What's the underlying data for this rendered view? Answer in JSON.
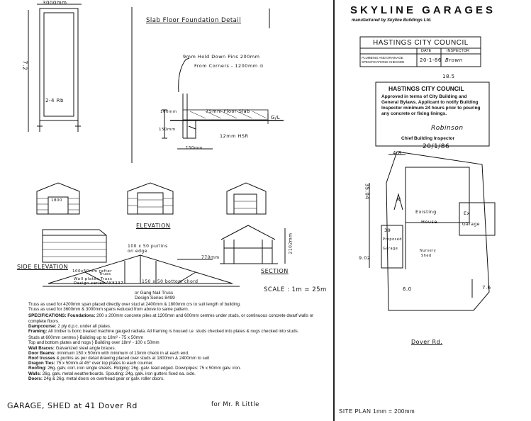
{
  "plan": {
    "width_label": "3000mm",
    "length_label": "7.2",
    "stud_label": "2-4 Rb"
  },
  "detail": {
    "title": "Slab Floor Foundation Detail",
    "pins_label": "9mm Hold Down Pins 200mm",
    "corners_label": "From Corners - 1200mm ⊙",
    "slab_label": "75mm Floor Slab",
    "dim_100": "100mm",
    "dim_150a": "150mm",
    "dim_150b": "150mm",
    "rod_label": "12mm HSR",
    "gl_label": "G/L"
  },
  "elevations": {
    "elevation_label": "ELEVATION",
    "side_elevation_label": "SIDE ELEVATION",
    "section_label": "SECTION",
    "purlins_label": "100 x 50 purlins on edge",
    "height_label": "2102mm",
    "door_label": "1800",
    "span_label": "770mm"
  },
  "truss": {
    "rafter_label": "100x50mm rafter",
    "upper_label": "Truss",
    "lower_label": "Wall plates Truss",
    "series_label": "Design series AK8237",
    "chord_label": "150 x 50   bottom chord",
    "scale_label": "SCALE : 1m = 25m",
    "gang_nail": "or Gang Nail Truss",
    "design_series": "Design Series 8499"
  },
  "specs": {
    "lines": [
      "Truss as used for 4200mm span placed directly over stud at 2400mm & 1800mm crs to suit length of building.",
      "Truss as used for 3600mm & 3000mm spans reduced from above to same pattern."
    ],
    "items": [
      {
        "label": "SPECIFICATIONS: Foundations:",
        "text": "200 x 200mm concrete piles at 1200mm and 600mm centres under studs, or continuous concrete dwarf walls or complete floors."
      },
      {
        "label": "Dampcourse:",
        "text": "2 ply d.p.c. under all plates."
      },
      {
        "label": "Framing:",
        "text": "All timber is boric treated machine gauged radiata. All framing is housed i.e. studs checked into plates & nogs checked into studs."
      },
      {
        "label": "Studs at 600mm centres",
        "text": "Building up to 18m² - 75 x 50mm"
      },
      {
        "label": "Top and bottom plates and nogs",
        "text": "Building over 18m² - 100 x 50mm"
      },
      {
        "label": "Wall Braces:",
        "text": "Galvanized steel angle braces."
      },
      {
        "label": "Door Beams:",
        "text": "minimum 150 x 50mm with minimum of 13mm check in at each end."
      },
      {
        "label": "Roof trusses",
        "text": "& purlins as per detail drawing placed over studs at 1800mm & 2400mm to suit"
      },
      {
        "label": "Dragon Ties:",
        "text": "75 x 50mm at 45° over top plates to each courner."
      },
      {
        "label": "Roofing:",
        "text": "26g. galv. corr. iron single sheets.   Ridging: 26g. galv. lead edged.   Downpipes: 75 x 50mm galv. iron."
      },
      {
        "label": "Walls:",
        "text": "26g. galv. metal weatherboards.   Spouting: 24g. galv. iron gutters fixed ea. side."
      },
      {
        "label": "Doors:",
        "text": "24g & 26g. metal doors on overhead gear or galv. roller doors."
      }
    ]
  },
  "footer_left": {
    "title": "GARAGE, SHED at 41 Dover Rd",
    "client": "for Mr. R Little"
  },
  "header_right": {
    "brand": "SKYLINE GARAGES",
    "subtitle": "manufactured by Skyline Buildings Ltd.",
    "council": "HASTINGS CITY COUNCIL",
    "date_col": "DATE",
    "inspector_col": "INSPECTOR",
    "row_label": "PLUMBING AND DRAINAGE SPECIFICATIONS CHECKED",
    "row_date": "20-1-86",
    "row_inspector": "Brown"
  },
  "stamp": {
    "number": "18.5",
    "title": "HASTINGS CITY COUNCIL",
    "text": "Approved in terms of City Building and General Bylaws. Applicant to notify Building Inspector minimum 24 hours prior to pouring any concrete or fixing linings.",
    "signature": "Robinson",
    "role": "Chief Building Inspector",
    "date": "20/1/86"
  },
  "site": {
    "dim_top": "4.8",
    "dim_side": "35.04",
    "dim_left": "9.02",
    "dim_bottom": "6.0",
    "dim_right": "7.6",
    "house1": "Existing",
    "house2": "House",
    "ex1": "Ex",
    "ex2": "Garage",
    "proposed_num": "39",
    "proposed1": "Proposed",
    "proposed2": "Garage",
    "shed1": "Nursery",
    "shed2": "Shed",
    "n_label": "N",
    "road": "Dover Rd.",
    "plan_label": "SITE PLAN 1mm = 200mm"
  }
}
